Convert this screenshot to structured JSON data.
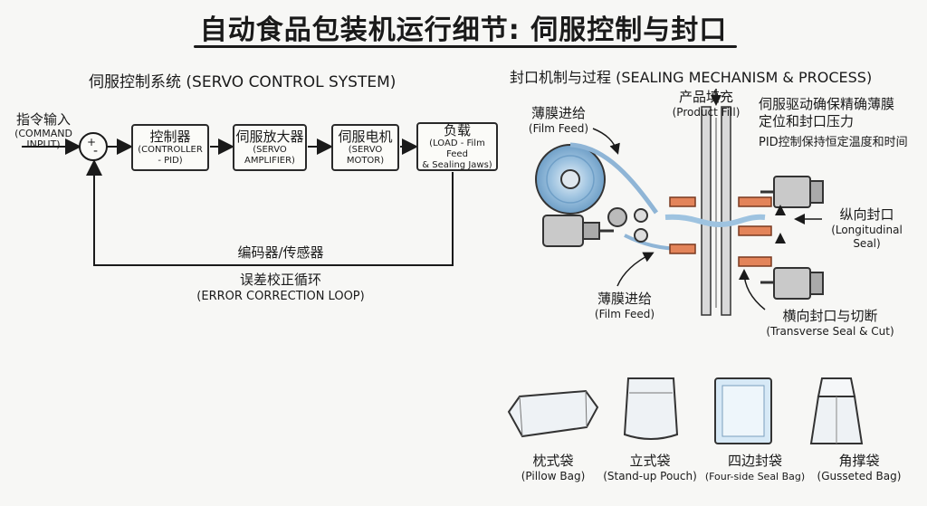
{
  "title": "自动食品包装机运行细节: 伺服控制与封口",
  "servo": {
    "heading": "伺服控制系统 (SERVO CONTROL SYSTEM)",
    "command_zh": "指令输入",
    "command_en_1": "(COMMAND",
    "command_en_2": "INPUT)",
    "sum_plus": "+",
    "sum_minus": "-",
    "blocks": [
      {
        "zh": "控制器",
        "en1": "(CONTROLLER",
        "en2": "- PID)"
      },
      {
        "zh": "伺服放大器",
        "en1": "(SERVO",
        "en2": "AMPLIFIER)"
      },
      {
        "zh": "伺服电机",
        "en1": "(SERVO",
        "en2": "MOTOR)"
      },
      {
        "zh": "负载",
        "en1": "(LOAD - Film Feed",
        "en2": "& Sealing Jaws)"
      }
    ],
    "encoder": "编码器/传感器",
    "loop_zh": "误差校正循环",
    "loop_en": "(ERROR CORRECTION LOOP)"
  },
  "sealing": {
    "heading": "封口机制与过程 (SEALING MECHANISM & PROCESS)",
    "film_feed_top_zh": "薄膜进给",
    "film_feed_top_en": "(Film Feed)",
    "product_fill_zh": "产品填充",
    "product_fill_en": "(Product Fill)",
    "note1_a": "伺服驱动确保精确薄膜",
    "note1_b": "定位和封口压力",
    "note2": "PID控制保持恒定温度和时间",
    "long_seal_zh": "纵向封口",
    "long_seal_en_1": "(Longitudinal",
    "long_seal_en_2": "Seal)",
    "film_feed_bottom_zh": "薄膜进给",
    "film_feed_bottom_en": "(Film Feed)",
    "trans_seal_zh": "横向封口与切断",
    "trans_seal_en": "(Transverse Seal & Cut)"
  },
  "bags": [
    {
      "zh": "枕式袋",
      "en": "(Pillow Bag)"
    },
    {
      "zh": "立式袋",
      "en": "(Stand-up Pouch)"
    },
    {
      "zh": "四边封袋",
      "en": "(Four-side Seal Bag)"
    },
    {
      "zh": "角撑袋",
      "en": "(Gusseted Bag)"
    }
  ]
}
